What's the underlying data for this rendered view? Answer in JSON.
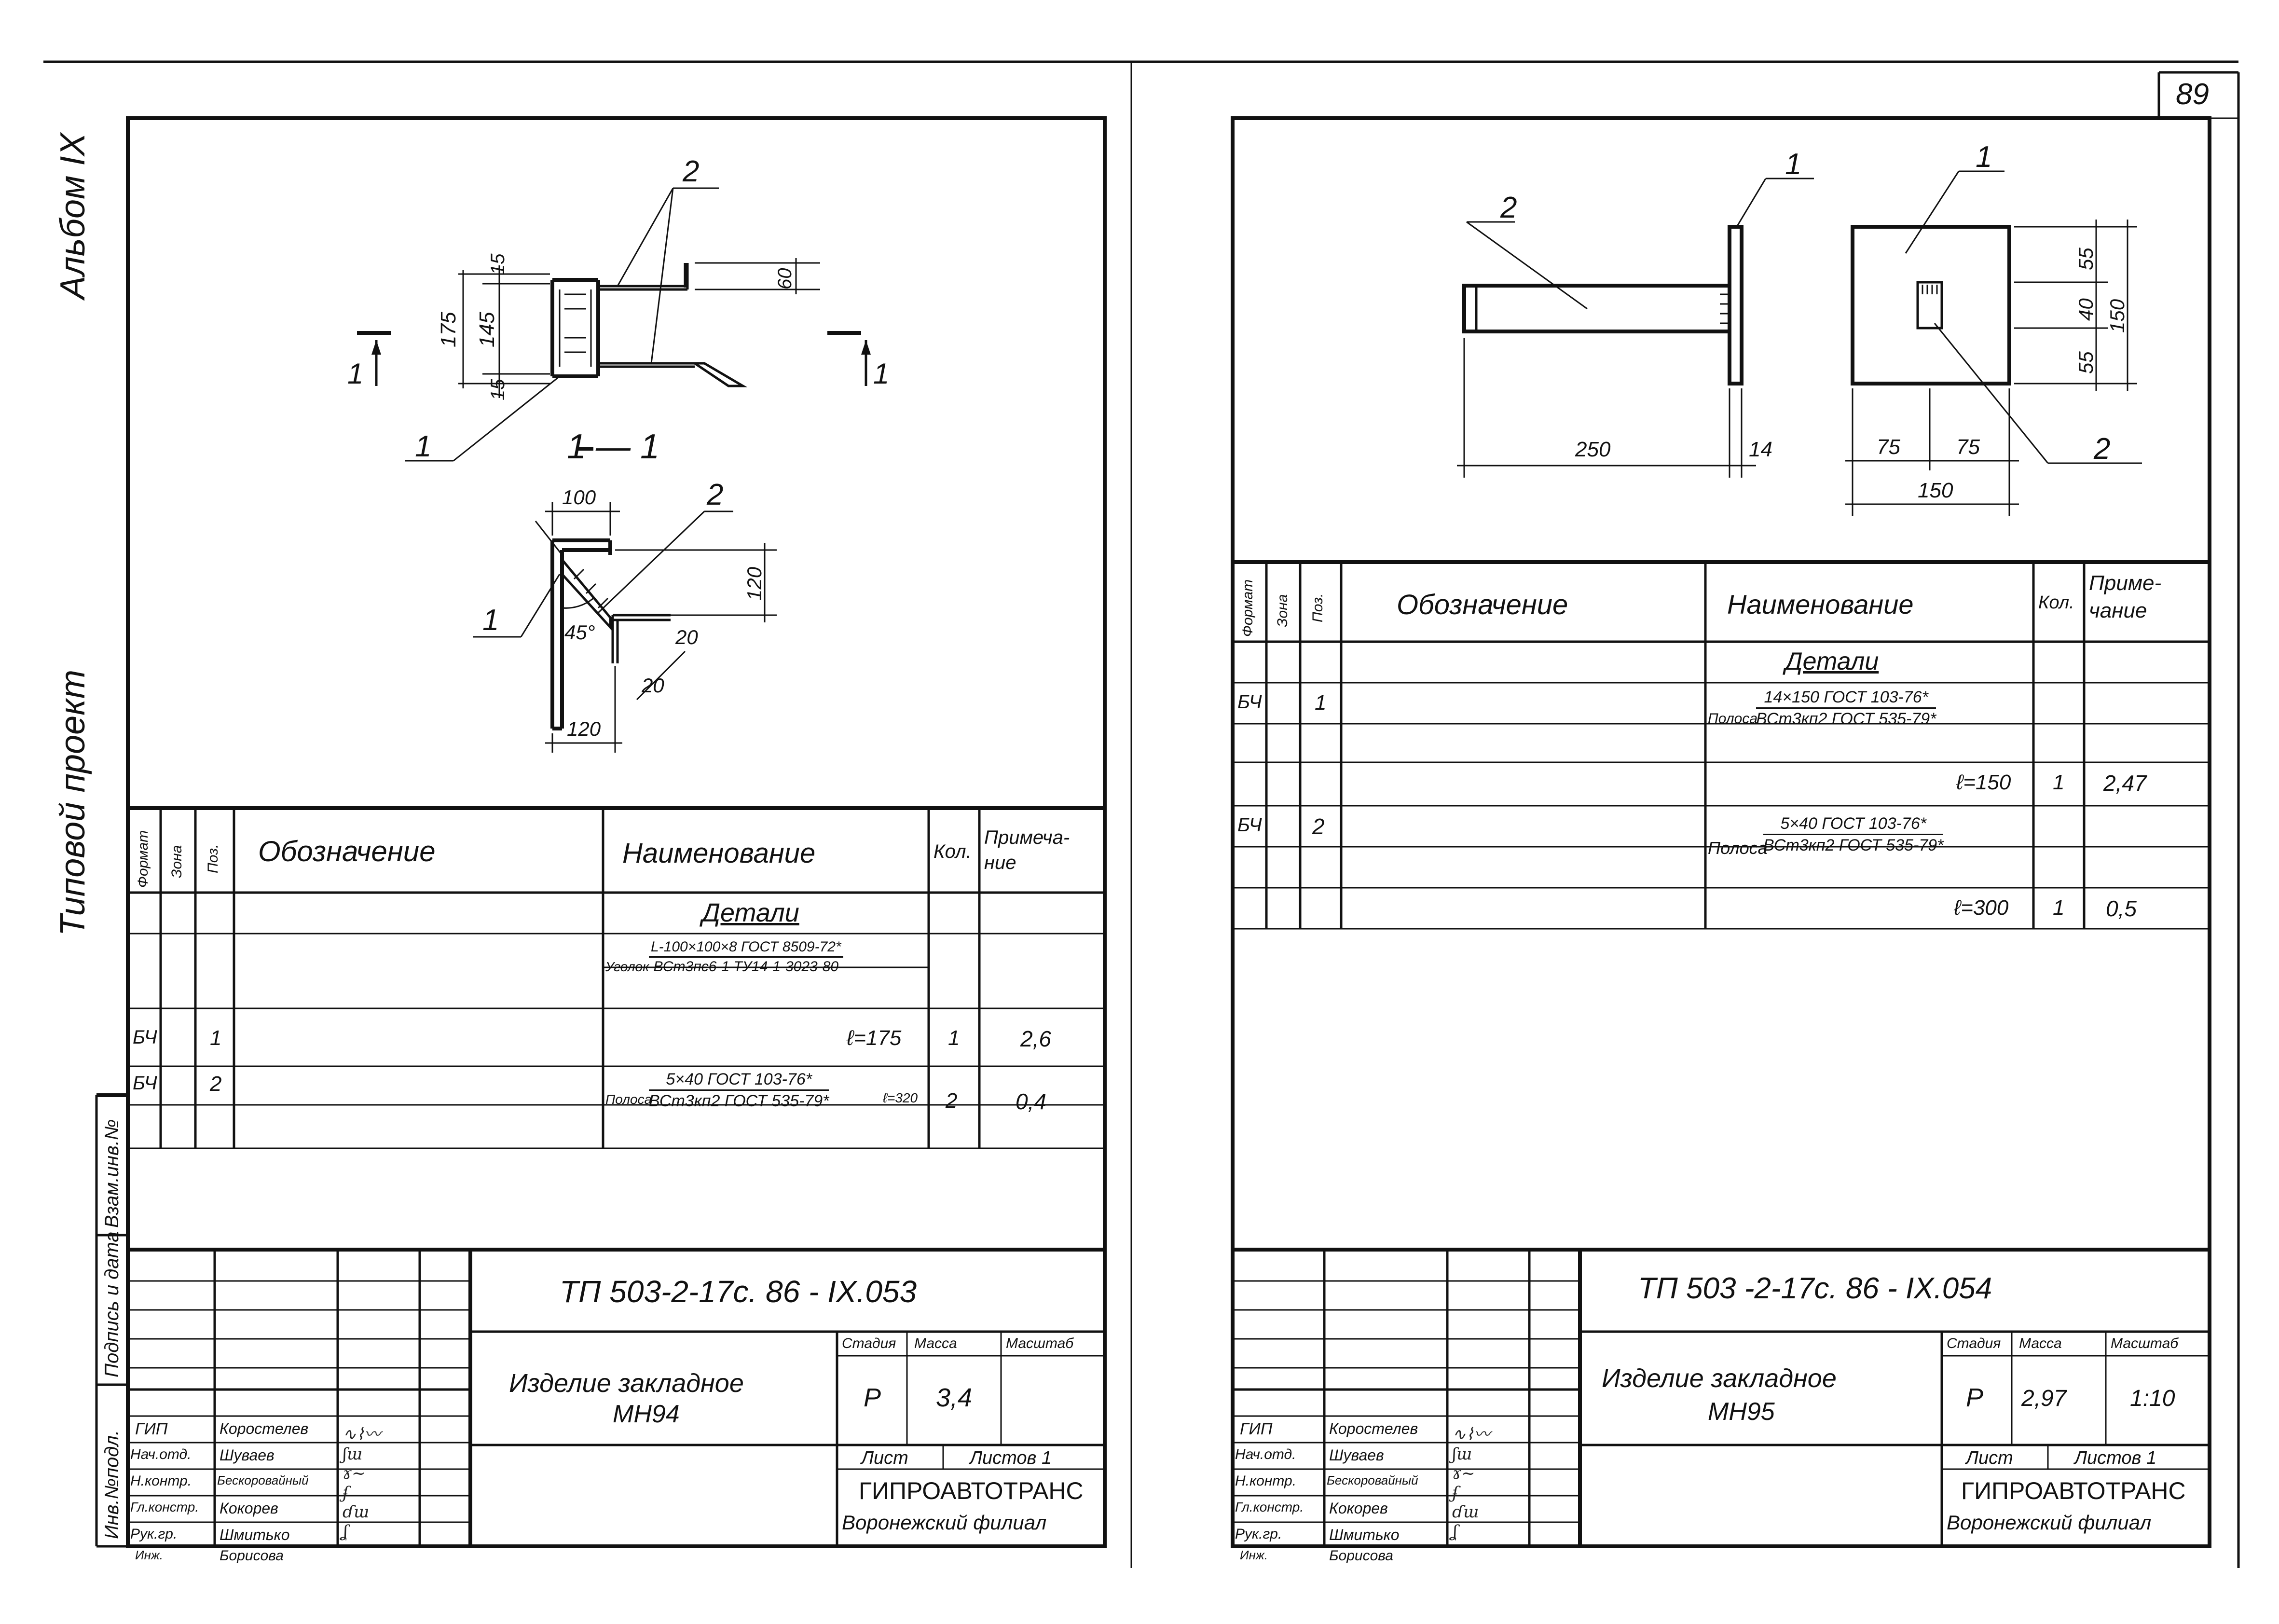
{
  "page_number": "89",
  "side_labels": {
    "album": "Альбом IX",
    "project": "Типовой проект",
    "inv_zam": "Взам.инв.№",
    "sign_date": "Подпись и дата",
    "inv_podl": "Инв.№подл."
  },
  "left": {
    "section_label": "1 — 1",
    "cut_mark_left": "1",
    "cut_mark_right": "1",
    "leaders": [
      "1",
      "2",
      "1",
      "2"
    ],
    "dims": {
      "d175": "175",
      "d145": "145",
      "d15a": "15",
      "d15b": "15",
      "d60": "60",
      "d100": "100",
      "d120a": "120",
      "d120b": "120",
      "d20a": "20",
      "d20b": "20",
      "angle": "45°"
    },
    "table": {
      "headers": {
        "format": "Формат",
        "zone": "Зона",
        "pos": "Поз.",
        "designation": "Обозначение",
        "name": "Наименование",
        "qty": "Кол.",
        "note": "Примеча-ние"
      },
      "section": "Детали",
      "rows": [
        {
          "name_prefix": "Уголок",
          "num": "L-100×100×8 ГОСТ 8509-72*",
          "den": "ВСт3пс6-1 ТУ14-1-3023-80",
          "format": "",
          "pos": "",
          "qty": "",
          "note": ""
        },
        {
          "format": "БЧ",
          "pos": "1",
          "length": "ℓ=175",
          "qty": "1",
          "note": "2,6"
        },
        {
          "format": "БЧ",
          "pos": "2",
          "name_prefix": "Полоса",
          "num": "5×40 ГОСТ 103-76*",
          "den": "ВСт3кп2 ГОСТ 535-79*",
          "length": "ℓ=320",
          "qty": "2",
          "note": "0,4"
        }
      ]
    },
    "stamp": {
      "code": "ТП   503-2-17с. 86 -   IX.053",
      "title_line1": "Изделие закладное",
      "title_line2": "МН94",
      "stage_h": "Стадия",
      "mass_h": "Масса",
      "scale_h": "Масштаб",
      "stage": "Р",
      "mass": "3,4",
      "scale": "",
      "sheet": "Лист",
      "sheets": "Листов 1",
      "org1": "ГИПРОАВТОТРАНС",
      "org2": "Воронежский филиал",
      "roles": [
        "ГИП",
        "Нач.отд.",
        "Н.контр.",
        "Гл.констр.",
        "Рук.гр.",
        "Инж."
      ],
      "names": [
        "Коростелев",
        "Шуваев",
        "Бескоровайный",
        "Кокорев",
        "Шмитько",
        "Борисова"
      ]
    }
  },
  "right": {
    "leaders": [
      "2",
      "1",
      "1",
      "2"
    ],
    "dims": {
      "d250": "250",
      "d14": "14",
      "d75a": "75",
      "d75b": "75",
      "d150": "150",
      "d55a": "55",
      "d40": "40",
      "d55b": "55",
      "d150v": "150"
    },
    "table": {
      "headers": {
        "format": "Формат",
        "zone": "Зона",
        "pos": "Поз.",
        "designation": "Обозначение",
        "name": "Наименование",
        "qty": "Кол.",
        "note": "Приме-чание"
      },
      "section": "Детали",
      "rows": [
        {
          "format": "БЧ",
          "pos": "1",
          "name_prefix": "Полоса",
          "num": "14×150 ГОСТ 103-76*",
          "den": "ВСт3кп2 ГОСТ 535-79*",
          "length": "ℓ=150",
          "qty": "1",
          "note": "2,47"
        },
        {
          "format": "БЧ",
          "pos": "2",
          "name_prefix": "Полоса",
          "num": "5×40 ГОСТ 103-76*",
          "den": "ВСт3кп2 ГОСТ 535-79*",
          "length": "ℓ=300",
          "qty": "1",
          "note": "0,5"
        }
      ]
    },
    "stamp": {
      "code": "ТП   503 -2-17с. 86 -   IX.054",
      "title_line1": "Изделие закладное",
      "title_line2": "МН95",
      "stage_h": "Стадия",
      "mass_h": "Масса",
      "scale_h": "Масштаб",
      "stage": "Р",
      "mass": "2,97",
      "scale": "1:10",
      "sheet": "Лист",
      "sheets": "Листов 1",
      "org1": "ГИПРОАВТОТРАНС",
      "org2": "Воронежский филиал",
      "roles": [
        "ГИП",
        "Нач.отд.",
        "Н.контр.",
        "Гл.констр.",
        "Рук.гр.",
        "Инж."
      ],
      "names": [
        "Коростелев",
        "Шуваев",
        "Бескоровайный",
        "Кокорев",
        "Шмитько",
        "Борисова"
      ]
    }
  }
}
